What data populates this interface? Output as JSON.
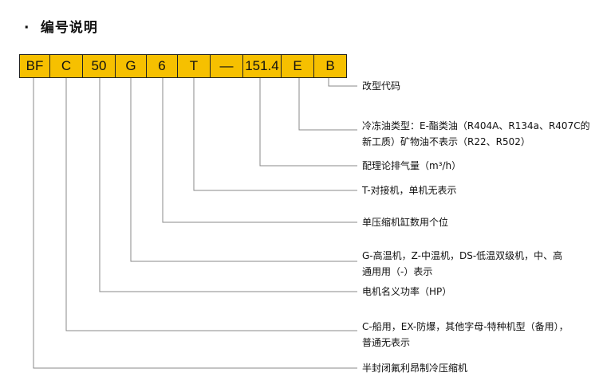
{
  "title": "编号说明",
  "title_bullet": "·",
  "code_segments": [
    "BF",
    "C",
    "50",
    "G",
    "6",
    "T",
    "—",
    "151.4",
    "E",
    "B"
  ],
  "descriptions": [
    {
      "lines": [
        "改型代码"
      ]
    },
    {
      "lines": [
        "冷冻油类型：E-酯类油（R404A、R134a、R407C的",
        "新工质）矿物油不表示（R22、R502）"
      ]
    },
    {
      "lines": [
        "配理论排气量（m³/h）"
      ]
    },
    {
      "lines": [
        "T-对接机，单机无表示"
      ]
    },
    {
      "lines": [
        "单压缩机缸数用个位"
      ]
    },
    {
      "lines": [
        "G-高温机，Z-中温机，DS-低温双级机，中、高",
        "通用用（-）表示"
      ]
    },
    {
      "lines": [
        "电机名义功率（HP）"
      ]
    },
    {
      "lines": [
        "C-船用，EX-防爆，其他字母-特种机型（备用），",
        "普通无表示"
      ]
    },
    {
      "lines": [
        "半封闭氟利昂制冷压缩机"
      ]
    }
  ]
}
